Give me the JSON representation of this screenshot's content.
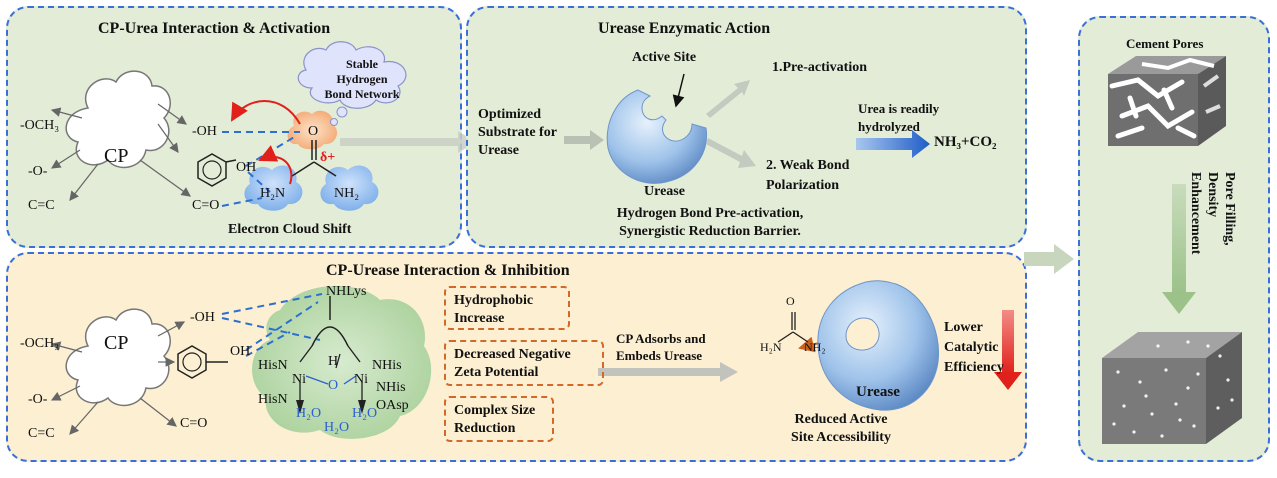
{
  "panel_a": {
    "title": "CP-Urea Interaction & Activation",
    "cp": "CP",
    "groups": [
      "-OCH₃",
      "-O-",
      "C=C"
    ],
    "oh": "-OH",
    "phenol_oh": "OH",
    "carbonyl": "C=O",
    "bubble": "Stable Hydrogen Bond Network",
    "o_label": "O",
    "delta": "δ+",
    "h2n": "H₂N",
    "nh2": "NH₂",
    "caption": "Electron Cloud Shift"
  },
  "panel_b": {
    "title": "Urease Enzymatic Action",
    "active_site": "Active Site",
    "optimized": "Optimized Substrate for Urease",
    "urease": "Urease",
    "pre_activation": "1.Pre-activation",
    "weak_bond": "2. Weak Bond Polarization",
    "readily": "Urea is readily hydrolyzed",
    "products": "NH₃+CO₂",
    "caption_line1": "Hydrogen Bond Pre-activation,",
    "caption_line2": "Synergistic Reduction Barrier."
  },
  "panel_c": {
    "title": "CP-Urease Interaction & Inhibition",
    "cp": "CP",
    "groups": [
      "-OCH₃",
      "-O-",
      "C=C"
    ],
    "oh": "-OH",
    "phenol_oh": "OH",
    "carbonyl": "C=O",
    "nhlys": "NHLys",
    "hisn_top": "HisN",
    "hisn_bottom": "HisN",
    "nhis_top": "NHis",
    "nhis_bottom": "NHis",
    "oasp": "OAsp",
    "ni1": "Ni",
    "ni2": "Ni",
    "bridge_o": "O",
    "bridge_h": "H",
    "h2o_1": "H₂O",
    "h2o_2": "H₂O",
    "h2o_3": "H₂O",
    "effects": [
      "Hydrophobic Increase",
      "Decreased Negative Zeta Potential",
      "Complex Size Reduction"
    ],
    "adsorbs": "CP Adsorbs and Embeds Urease",
    "urea_o": "O",
    "urea_h2n": "H₂N",
    "urea_nh2": "NH₂",
    "urease": "Urease",
    "reduced_line1": "Reduced Active",
    "reduced_line2": "Site Accessibility",
    "lower": "Lower Catalytic Efficiency"
  },
  "panel_d": {
    "title": "Cement Pores",
    "vertical": "Pore Filling, Density Enhancement"
  },
  "colors": {
    "panel_border": "#3a6fd8",
    "green_bg": "#e3ecd7",
    "yellow_bg": "#fcefd2",
    "red_arrow": "#e0201b",
    "blue_arrow": "#2a63c6",
    "hbond": "#2c6fd1",
    "box_border": "#d2692a"
  },
  "icons": [
    "cp-cloud-icon",
    "benzene-ring-icon",
    "urease-enzyme-icon",
    "thought-bubble-icon",
    "cement-cube-icon",
    "porous-cube-icon"
  ]
}
